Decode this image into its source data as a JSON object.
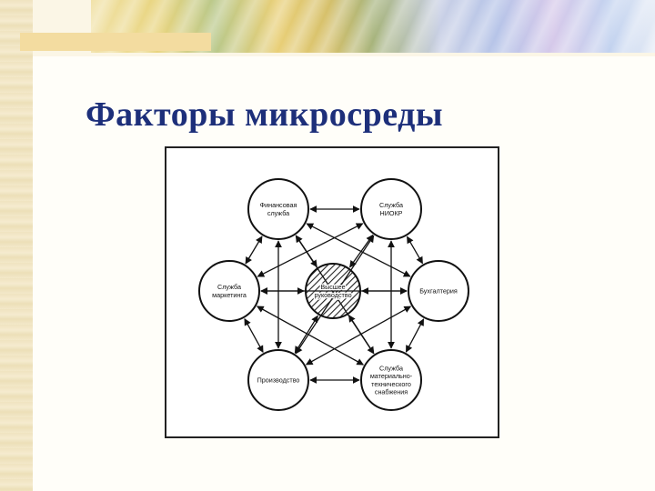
{
  "title": "Факторы микросреды",
  "diagram": {
    "center": "Высшее руководство",
    "nodes": [
      {
        "id": "finance",
        "label": "Финансовая служба"
      },
      {
        "id": "rnd",
        "label": "Служба НИОКР"
      },
      {
        "id": "marketing",
        "label": "Служба маркетинга"
      },
      {
        "id": "accounting",
        "label": "Бухгалтерия"
      },
      {
        "id": "production",
        "label": "Производство"
      },
      {
        "id": "supply",
        "label": "Служба материально-технического снабжения"
      }
    ]
  },
  "colors": {
    "title": "#1d2f7a",
    "lines": "#111111"
  }
}
